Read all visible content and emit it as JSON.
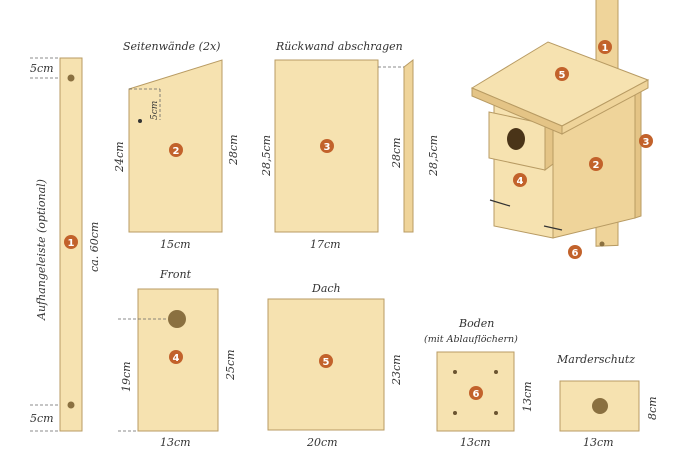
{
  "colors": {
    "wood": "#f6e2b0",
    "wood_edge": "#b89b63",
    "badge": "#c2622b",
    "hole": "#8a7040"
  },
  "labels": {
    "strip_side": "Aufhangeleiste (optional)",
    "strip_len": "ca. 60cm",
    "strip_top": "5cm",
    "strip_bottom": "5cm",
    "side_title": "Seitenwände (2x)",
    "side_5cm": "5cm",
    "side_24": "24cm",
    "side_28": "28cm",
    "side_15": "15cm",
    "back_title": "Rückwand abschragen",
    "back_285a": "28,5cm",
    "back_285b": "28,5cm",
    "back_28": "28cm",
    "back_17": "17cm",
    "front_title": "Front",
    "front_19": "19cm",
    "front_25": "25cm",
    "front_13": "13cm",
    "roof_title": "Dach",
    "roof_23": "23cm",
    "roof_20": "20cm",
    "floor_title": "Boden",
    "floor_sub": "(mit Ablauflöchern)",
    "floor_13a": "13cm",
    "floor_13b": "13cm",
    "guard_title": "Marderschutz",
    "guard_8": "8cm",
    "guard_13": "13cm"
  },
  "badges": {
    "b1": "1",
    "b2": "2",
    "b3": "3",
    "b4": "4",
    "b5": "5",
    "b6": "6"
  }
}
